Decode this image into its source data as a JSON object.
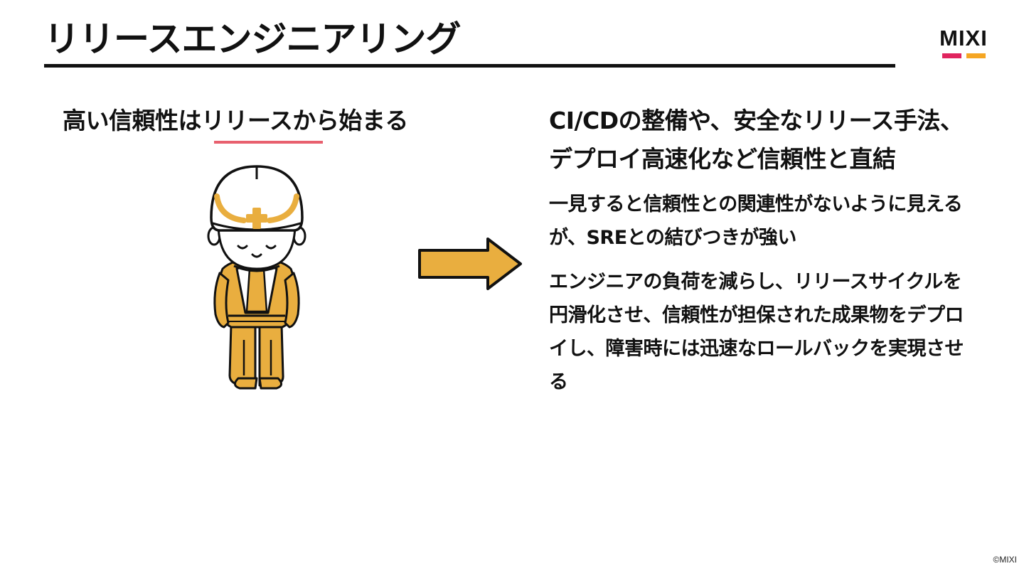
{
  "slide": {
    "title": "リリースエンジニアリング",
    "copyright": "©MIXI"
  },
  "logo": {
    "text": "MIXI",
    "bar_colors": [
      "#e0245e",
      "#f5a623"
    ]
  },
  "left": {
    "heading": "高い信頼性はリリースから始まる",
    "underline_color": "#e8606e",
    "illustration_icon": "bowing-construction-worker-icon",
    "illustration_colors": {
      "accent": "#e9ae3f",
      "outline": "#111111",
      "skin": "#ffffff"
    }
  },
  "arrow": {
    "icon": "right-arrow-icon",
    "color": "#e9ae3f"
  },
  "right": {
    "heading": "CI/CDの整備や、安全なリリース手法、デプロイ高速化など信頼性と直結",
    "paragraphs": [
      "一見すると信頼性との関連性がないように見えるが、SREとの結びつきが強い",
      "エンジニアの負荷を減らし、リリースサイクルを円滑化させ、信頼性が担保された成果物をデプロイし、障害時には迅速なロールバックを実現させる"
    ]
  }
}
